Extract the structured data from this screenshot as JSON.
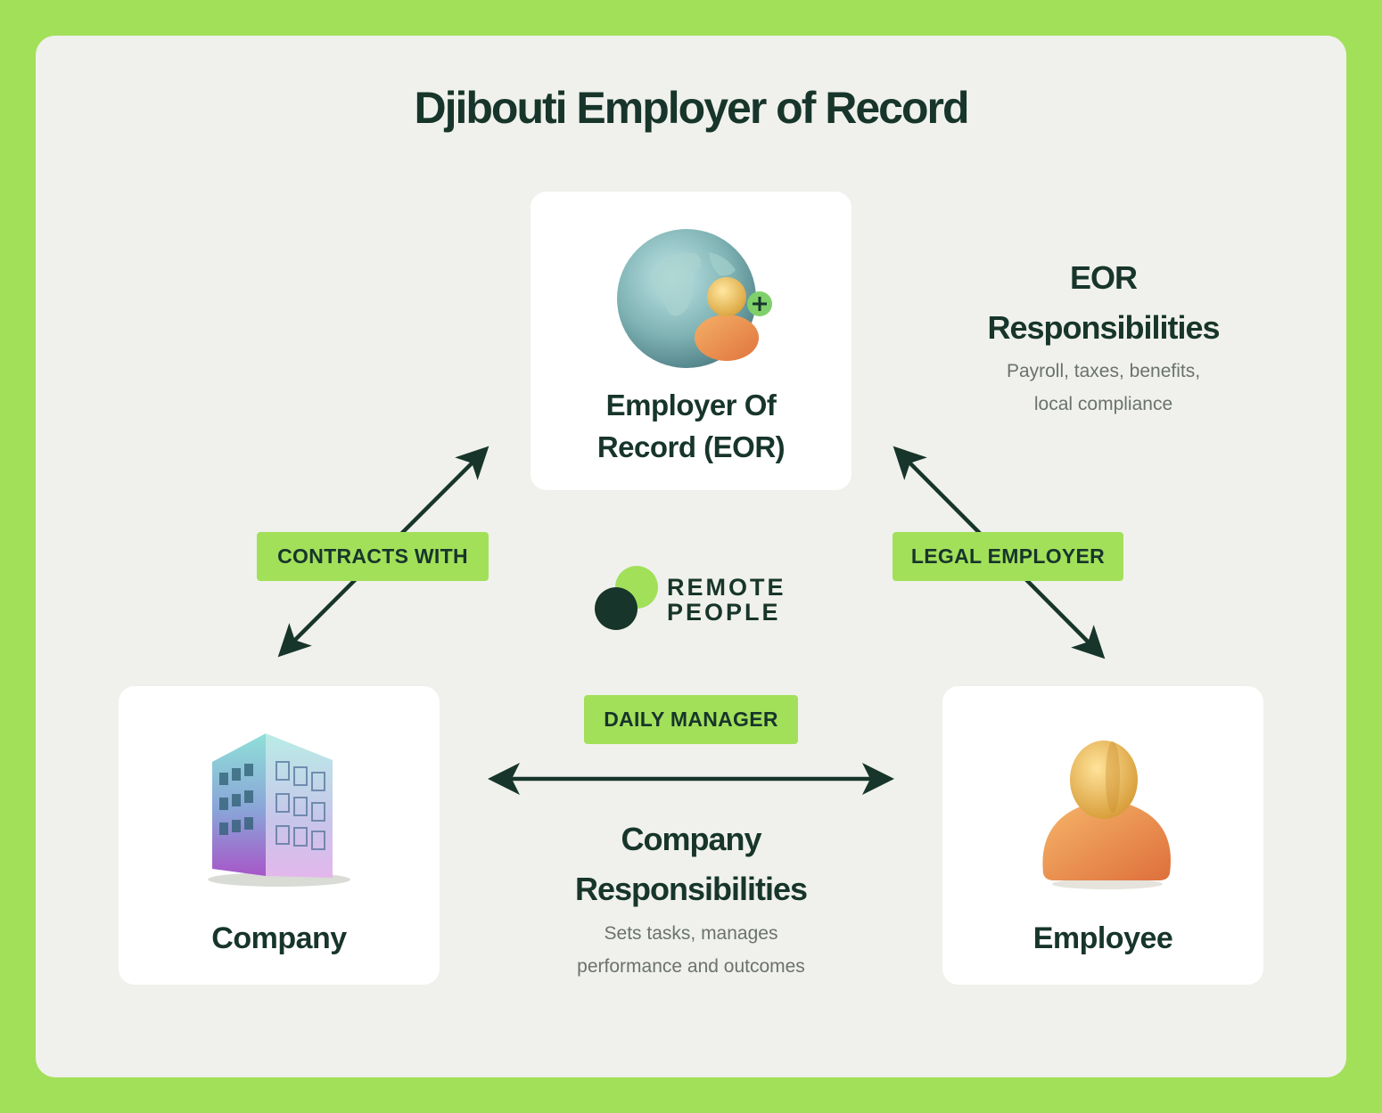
{
  "title": "Djibouti Employer of Record",
  "nodes": {
    "eor": {
      "label": "Employer Of Record (EOR)",
      "icon": "globe-person-icon"
    },
    "company": {
      "label": "Company",
      "icon": "building-icon"
    },
    "employee": {
      "label": "Employee",
      "icon": "person-icon"
    }
  },
  "relationships": {
    "contracts_with": "CONTRACTS WITH",
    "legal_employer": "LEGAL EMPLOYER",
    "daily_manager": "DAILY MANAGER"
  },
  "eor_responsibilities": {
    "heading": "EOR Responsibilities",
    "text_line1": "Payroll, taxes, benefits,",
    "text_line2": "local compliance"
  },
  "company_responsibilities": {
    "heading": "Company Responsibilities",
    "text_line1": "Sets tasks, manages",
    "text_line2": "performance and outcomes"
  },
  "logo": {
    "line1": "REMOTE",
    "line2": "PEOPLE"
  },
  "colors": {
    "background": "#a2e05a",
    "panel": "#f0f1ec",
    "dark_green": "#17352b",
    "accent_green": "#a2e05a",
    "muted_text": "#6b726d"
  }
}
